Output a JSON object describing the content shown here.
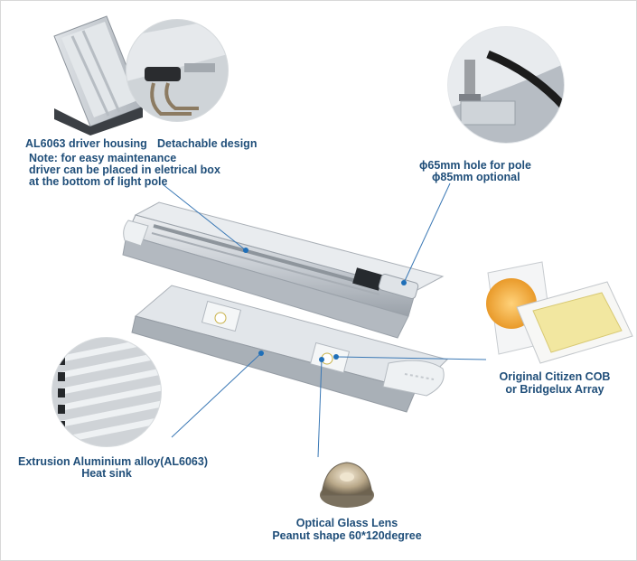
{
  "callouts": {
    "driver_housing": "AL6063 driver housing",
    "detachable": "Detachable design",
    "note_line1": "Note: for easy  maintenance",
    "note_line2": "driver can be placed in eletrical box",
    "note_line3": "at the bottom of light pole",
    "pole_line1": "ϕ65mm hole for pole",
    "pole_line2": "ϕ85mm optional",
    "cob_line1": "Original Citizen COB",
    "cob_line2": "or Bridgelux Array",
    "heatsink_line1": "Extrusion Aluminium alloy(AL6063)",
    "heatsink_line2": "Heat sink",
    "lens_line1": "Optical Glass Lens",
    "lens_line2": "Peanut shape 60*120degree"
  },
  "colors": {
    "label_text": "#1f4e79",
    "leader_line": "#3a78b5",
    "aluminium": "#c9ced4",
    "cob_warm": "#f5b84a",
    "cob_neutral": "#f2e7a0"
  }
}
